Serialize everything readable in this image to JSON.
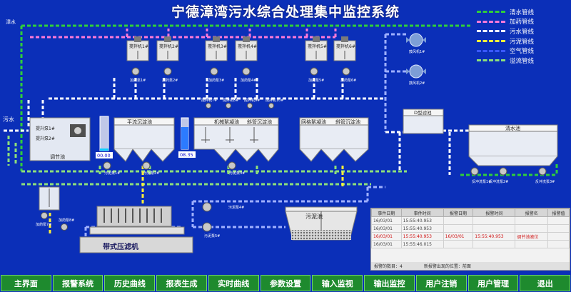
{
  "title": "宁德漳湾污水综合处理集中监控系统",
  "corner_label": "漳水",
  "legend": [
    {
      "label": "清水管线",
      "color": "#2fcf3a"
    },
    {
      "label": "加药管线",
      "color": "#ff7ad9"
    },
    {
      "label": "污水管线",
      "color": "#ffffff"
    },
    {
      "label": "污泥管线",
      "color": "#ffef3a"
    },
    {
      "label": "空气管线",
      "color": "#3a58ff"
    },
    {
      "label": "溢流管线",
      "color": "#8ee07a"
    }
  ],
  "colors": {
    "background": "#0b2fb8",
    "clean_water": "#2fcf3a",
    "dosing": "#ff7ad9",
    "sewage": "#ffffff",
    "sludge": "#ffef3a",
    "air": "#3a58ff",
    "overflow": "#8ee07a",
    "button_bg": "#1e8a2e"
  },
  "mixers": [
    "搅拌机1#",
    "搅拌机2#",
    "搅拌机3#",
    "搅拌机4#",
    "搅拌机5#",
    "搅拌机6#"
  ],
  "dosing_pumps": [
    "加药泵1#",
    "加药泵2#",
    "加药泵3#",
    "加药泵4#",
    "加药泵5#",
    "加药泵6#"
  ],
  "blowers": [
    "鼓风机1#",
    "鼓风机2#"
  ],
  "labels": {
    "sewage_in": "污水",
    "lift_pump_1": "提升泵1#",
    "lift_pump_2": "提升泵2#",
    "equalization_tank": "调节池",
    "flow_sedimentation": "平流沉淀池",
    "mechanical_tank": "机械絮凝池",
    "inclined_tank_1": "斜管沉淀池",
    "mesh_tank": "网格絮凝池",
    "inclined_tank_2": "斜管沉淀池",
    "filter_tank": "D型滤池",
    "clear_water_tank": "清水池",
    "sludge_tank": "污泥池",
    "belt_press": "带式压滤机",
    "level_1": "00.00",
    "level_2": "08.35",
    "sludge_pump_1": "污泥泵1#",
    "sludge_pump_2": "污泥泵2#",
    "sludge_pump_3": "污泥泵3#",
    "sludge_pump_4": "污泥泵4#",
    "sludge_pump_5": "污泥泵5#",
    "backwash_pump_1": "反冲洗泵1#",
    "backwash_pump_2": "反冲洗泵2#",
    "backwash_pump_3": "反冲洗泵3#",
    "dosing_pump_7": "加药泵7#",
    "dosing_pump_8": "加药泵8#",
    "mixer_7": "搅拌机7#",
    "mixer_8": "搅拌机8#",
    "mixer_9": "搅拌机9#",
    "mixer_10": "搅拌机10#"
  },
  "alarm_table": {
    "headers": [
      "事件日期",
      "事件时间",
      "报警日期",
      "报警时间",
      "报警名",
      "报警值"
    ],
    "rows": [
      {
        "cells": [
          "16/03/01",
          "15:55:40.953",
          "",
          "",
          "",
          ""
        ],
        "red": false
      },
      {
        "cells": [
          "16/03/01",
          "15:55:40.953",
          "",
          "",
          "",
          ""
        ],
        "red": false
      },
      {
        "cells": [
          "16/03/01",
          "15:55:40.953",
          "16/03/01",
          "15:55:40.953",
          "调节池液位",
          ""
        ],
        "red": true
      },
      {
        "cells": [
          "16/03/01",
          "15:55:46.015",
          "",
          "",
          "",
          ""
        ],
        "red": false
      }
    ],
    "footer_left": "报警的数目：4",
    "footer_right": "新报警出现的位置：前面"
  },
  "nav": [
    "主界面",
    "报警系统",
    "历史曲线",
    "报表生成",
    "实时曲线",
    "参数设置",
    "输入监视",
    "输出监控",
    "用户注销",
    "用户管理",
    "退出"
  ]
}
